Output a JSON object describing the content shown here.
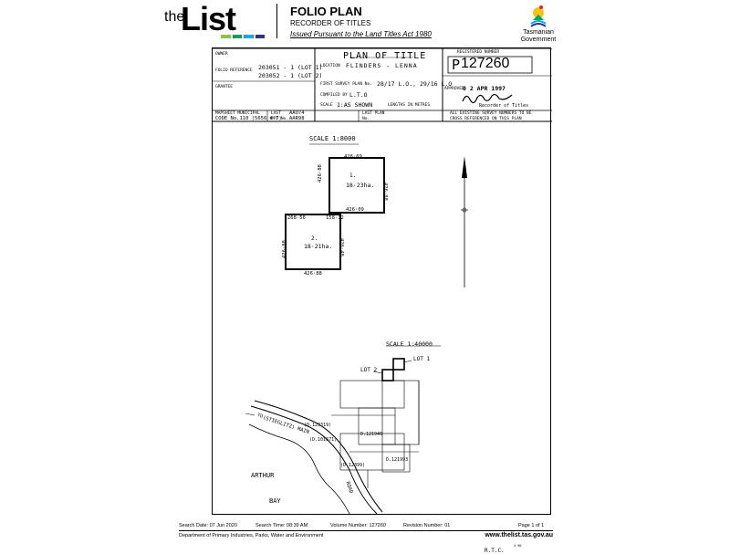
{
  "header": {
    "logo_the": "the",
    "logo_list": "List",
    "title": "FOLIO PLAN",
    "subtitle": "RECORDER OF TITLES",
    "issued": "Issued Pursuant to the Land Titles Act 1980",
    "gov_name_1": "Tasmanian",
    "gov_name_2": "Government",
    "logo_colors": [
      "#8dc63f",
      "#00a651",
      "#00aeef",
      "#2e3192"
    ]
  },
  "plan": {
    "owner_label": "OWNER",
    "folio_label": "FOLIO REFERENCE",
    "folio_1": "203051 - 1 (LOT 1)",
    "folio_2": "203052 - 1 (LOT 2)",
    "grantee_label": "GRANTEE",
    "title": "PLAN OF TITLE",
    "location_label": "LOCATION",
    "location": "FLINDERS - LENNA",
    "first_survey_label": "FIRST SURVEY PLAN No.",
    "first_survey": "28/17 L.O., 29/16 L.O",
    "compiled_label": "COMPILED BY",
    "compiled": "L.T.O",
    "scale_label": "SCALE",
    "scale": "1:AS SHOWN",
    "lengths": "LENGTHS IN METRES",
    "registered_label": "REGISTERED NUMBER",
    "registered_prefix": "P",
    "registered_number": "127260",
    "approved_label": "APPROVED",
    "approved_date": "0 2 APR 1997",
    "recorder": "Recorder of Titles",
    "municipal_label": "MAPSHEET MUNICIPAL",
    "municipal_code": "CODE No.110 (5656 # 7)",
    "last_upi_label": "LAST",
    "last_upi": "AAU74",
    "upi_label": "UPI No.",
    "upi": "AAR98",
    "last_plan_label": "LAST PLAN",
    "last_plan_no": "No.",
    "cross_ref_1": "ALL EXISTING SURVEY NUMBERS TO BE",
    "cross_ref_2": "CROSS REFERENCED ON THIS PLAN"
  },
  "drawing": {
    "scale_1": "SCALE 1:8000",
    "lot1_no": "1.",
    "lot1_area": "18·23ha.",
    "lot2_no": "2.",
    "lot2_area": "18·21ha.",
    "dim_top": "426·69",
    "dim_l1_left": "426·88",
    "dim_l1_right": "426·88",
    "dim_mid": "426·09",
    "dim_l2_top_left": "268·56",
    "dim_l2_top_right": "158·12",
    "dim_l2_left": "426·88",
    "dim_l2_right": "426·48",
    "dim_bottom": "426·88",
    "scale_2": "SCALE 1:40000",
    "lot_1_label": "LOT 1",
    "lot_2_label": "LOT 2",
    "road_to": "TO",
    "road_name": "(STIEGLITZ) MAIN",
    "road_word": "ROAD",
    "p1": "(D.123319)",
    "p2": "D.121946",
    "p3": "(D.101671)",
    "p4": "(D.12399)",
    "p5": "D.121993",
    "arthur": "ARTHUR",
    "bay": "BAY",
    "initials": "R.T.C.",
    "corner_note": "4 96"
  },
  "footer": {
    "search_date": "Search Date: 07 Jun 2020",
    "search_time": "Search Time: 08:39 AM",
    "volume": "Volume Number: 127260",
    "revision": "Revision Number: 01",
    "page": "Page 1 of 1",
    "department": "Department of Primary Industries, Parks, Water and Environment",
    "url": "www.thelist.tas.gov.au"
  }
}
